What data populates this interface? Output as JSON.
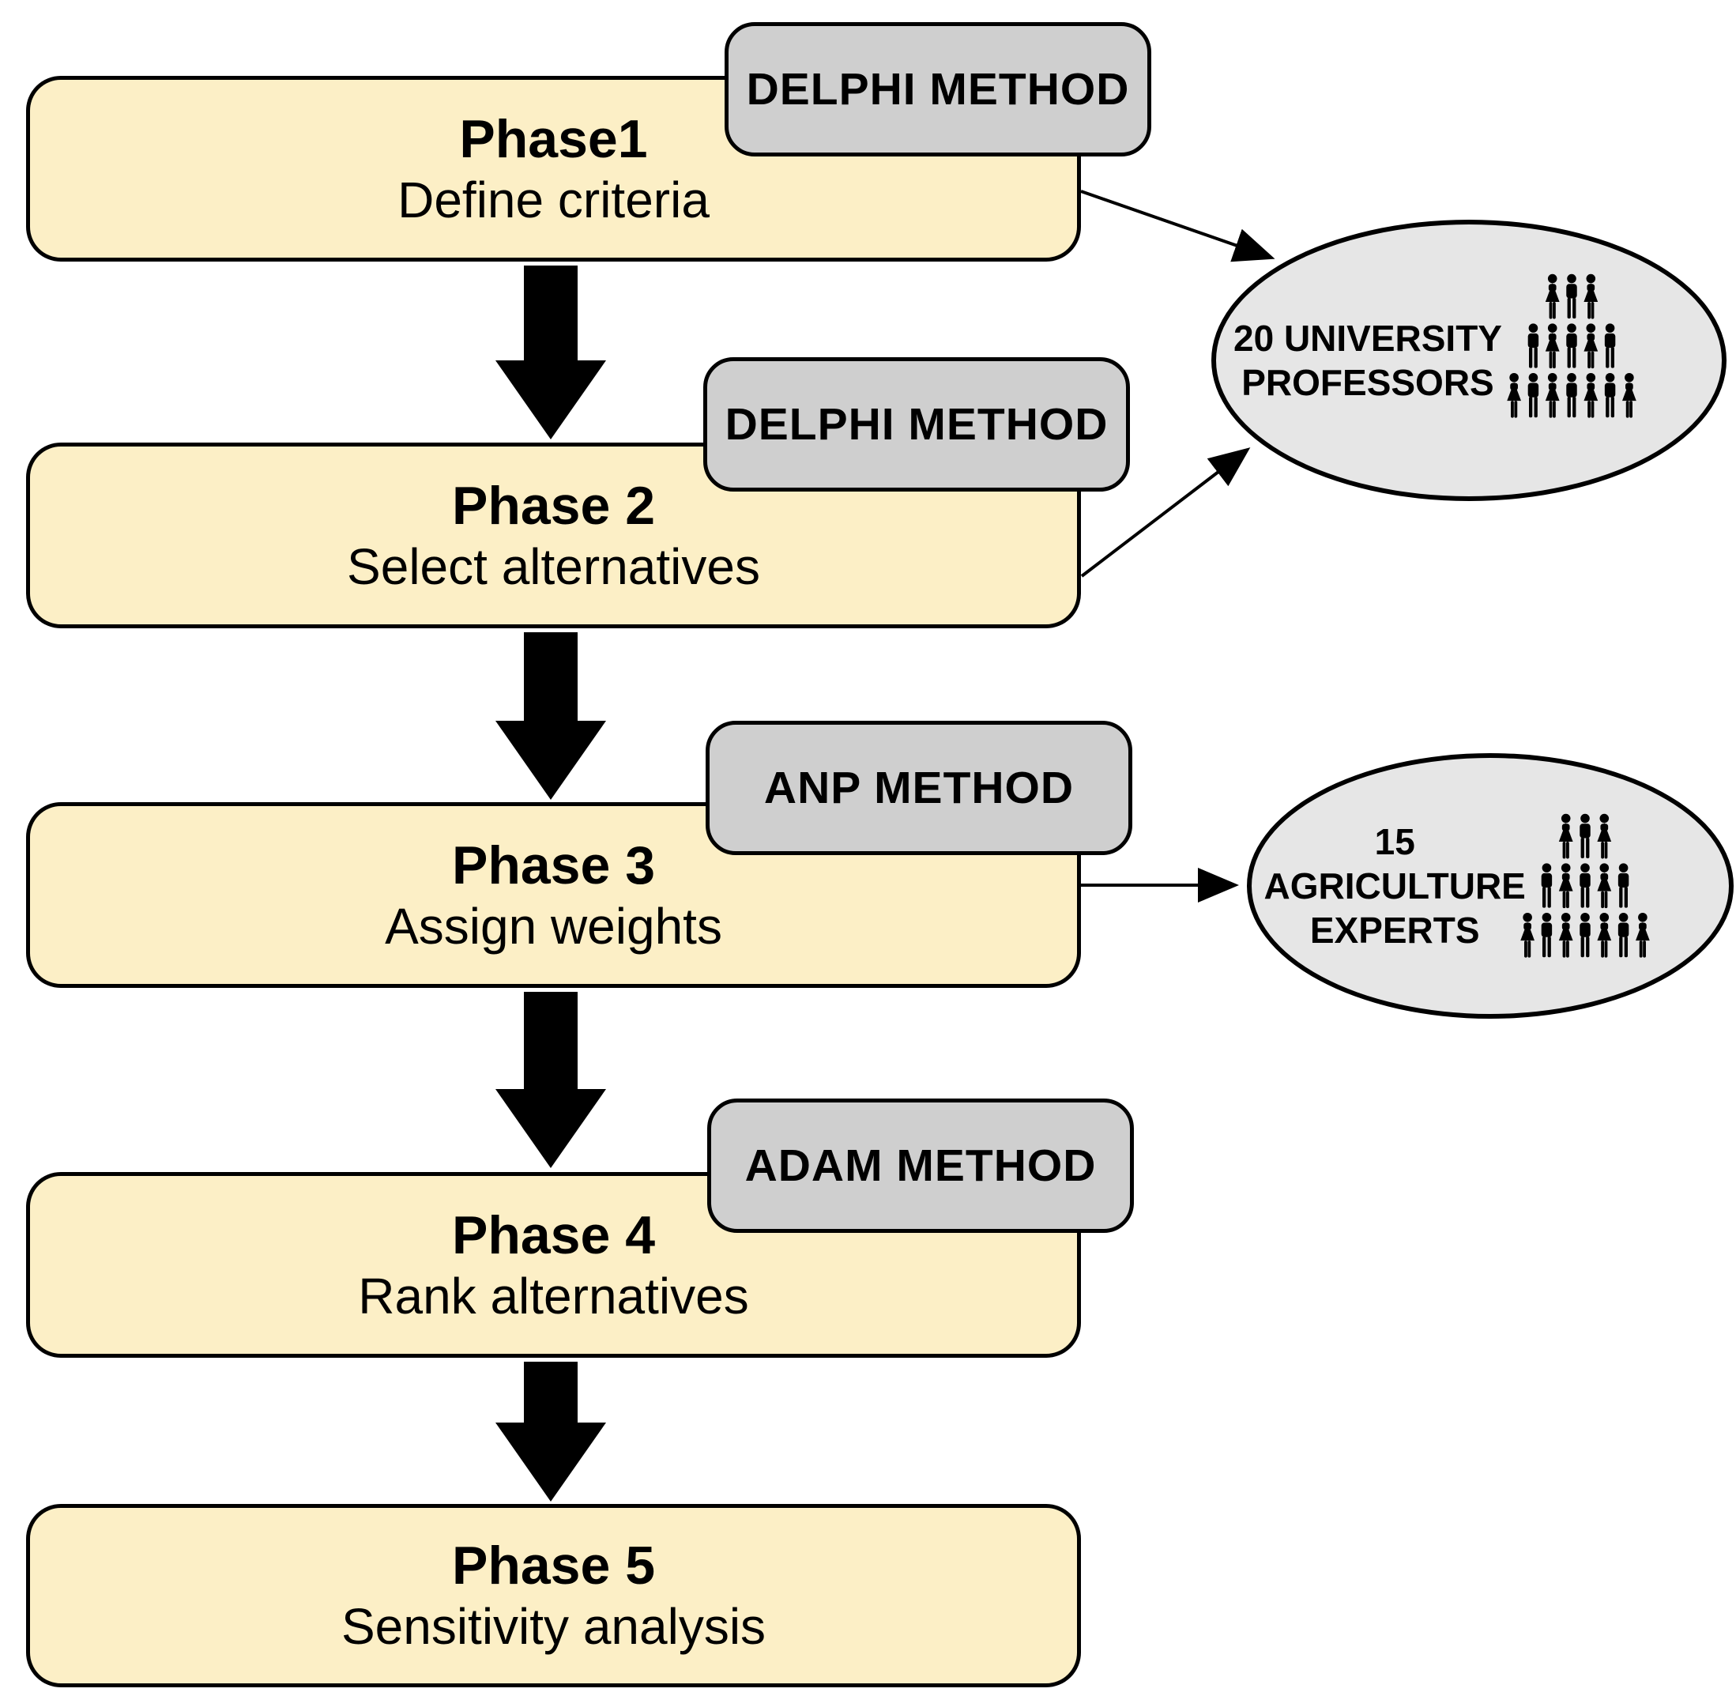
{
  "phases": [
    {
      "title": "Phase1",
      "subtitle": "Define criteria",
      "method": "DELPHI METHOD"
    },
    {
      "title": "Phase 2",
      "subtitle": "Select alternatives",
      "method": "DELPHI METHOD"
    },
    {
      "title": "Phase 3",
      "subtitle": "Assign weights",
      "method": "ANP METHOD"
    },
    {
      "title": "Phase 4",
      "subtitle": "Rank alternatives",
      "method": "ADAM METHOD"
    },
    {
      "title": "Phase 5",
      "subtitle": "Sensitivity analysis"
    }
  ],
  "groups": [
    {
      "line1": "20 UNIVERSITY",
      "line2": "PROFESSORS",
      "icon": "people-crowd-icon"
    },
    {
      "line1": "15 AGRICULTURE",
      "line2": "EXPERTS",
      "icon": "people-crowd-icon"
    }
  ],
  "connections": [
    {
      "from": "Phase 1",
      "to": "Phase 2",
      "style": "block-arrow"
    },
    {
      "from": "Phase 2",
      "to": "Phase 3",
      "style": "block-arrow"
    },
    {
      "from": "Phase 3",
      "to": "Phase 4",
      "style": "block-arrow"
    },
    {
      "from": "Phase 4",
      "to": "Phase 5",
      "style": "block-arrow"
    },
    {
      "from": "Phase 1",
      "to": "20 UNIVERSITY PROFESSORS",
      "style": "thin-arrow"
    },
    {
      "from": "Phase 2",
      "to": "20 UNIVERSITY PROFESSORS",
      "style": "thin-arrow"
    },
    {
      "from": "Phase 3",
      "to": "15 AGRICULTURE EXPERTS",
      "style": "thin-arrow"
    }
  ],
  "colors": {
    "box_fill": "#FCEFC6",
    "tag_fill": "#CFCFCF",
    "ellipse_fill": "#E6E6E6",
    "outline": "#000000",
    "arrow": "#000000",
    "background": "#FFFFFF"
  }
}
